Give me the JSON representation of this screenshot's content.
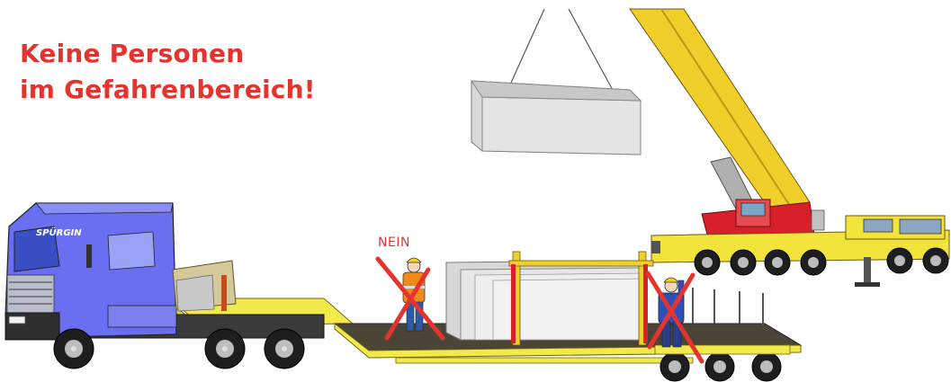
{
  "warning": {
    "line1": "Keine Personen",
    "line2": "im Gefahrenbereich!"
  },
  "label_no": "NEIN",
  "truck_brand": "SPÜRGIN",
  "colors": {
    "warning_red": "#e3342f",
    "cab_blue": "#6a6ff2",
    "trailer_yellow": "#f2ea4a",
    "crane_yellow": "#f0cf2a",
    "crane_red": "#d8202a",
    "slab_gray": "#dcdcdc",
    "deck_dark": "#4a4536"
  },
  "icons": {
    "no_person_left": "crossed-out-worker-icon",
    "no_person_right": "crossed-out-worker-icon"
  }
}
